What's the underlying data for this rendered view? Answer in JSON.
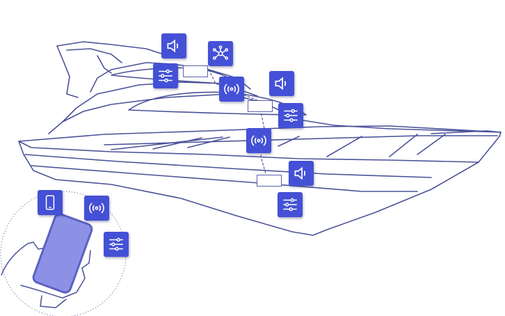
{
  "colors": {
    "outline": "#4a5298",
    "tile": "#4451d6",
    "icon": "#ffffff",
    "phone_fill": "#8c91e6",
    "phone_border": "#5a62c0",
    "background": "#ffffff"
  },
  "devices": [
    {
      "id": "speaker-1",
      "icon": "speaker-icon"
    },
    {
      "id": "network-hub",
      "icon": "network-hub-icon"
    },
    {
      "id": "controller-1",
      "icon": "sliders-icon"
    },
    {
      "id": "transmitter-1",
      "icon": "wireless-icon"
    },
    {
      "id": "speaker-2",
      "icon": "speaker-icon"
    },
    {
      "id": "controller-2",
      "icon": "sliders-icon"
    },
    {
      "id": "transmitter-2",
      "icon": "wireless-icon"
    },
    {
      "id": "speaker-3",
      "icon": "speaker-icon"
    },
    {
      "id": "controller-3",
      "icon": "sliders-icon"
    },
    {
      "id": "mobile-device",
      "icon": "smartphone-icon"
    },
    {
      "id": "transmitter-3",
      "icon": "wireless-icon"
    },
    {
      "id": "controller-4",
      "icon": "sliders-icon"
    }
  ]
}
